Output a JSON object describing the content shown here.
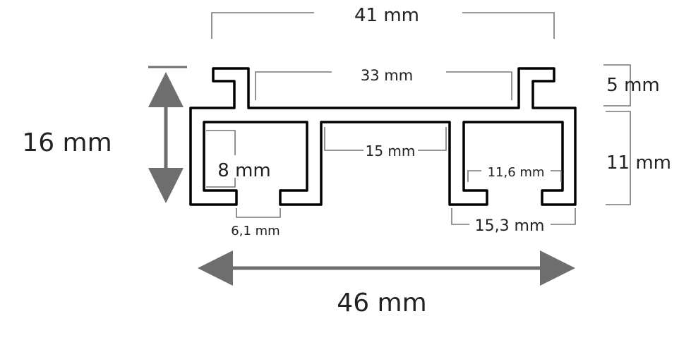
{
  "title": "Double curtain rail profile cross-section",
  "dimensions": {
    "overall_top_width": "41 mm",
    "inner_top_width": "33 mm",
    "hook_height": "5 mm",
    "body_height": "11 mm",
    "total_height": "16 mm",
    "middle_channel_width": "15 mm",
    "left_channel_height": "8 mm",
    "right_channel_inner_width": "11,6 mm",
    "slot_opening": "6,1 mm",
    "right_channel_width": "15,3 mm",
    "total_width": "46 mm"
  },
  "colors": {
    "profile": "#000000",
    "dimension_lines": "#777777",
    "arrow": "#6e6e6e"
  }
}
